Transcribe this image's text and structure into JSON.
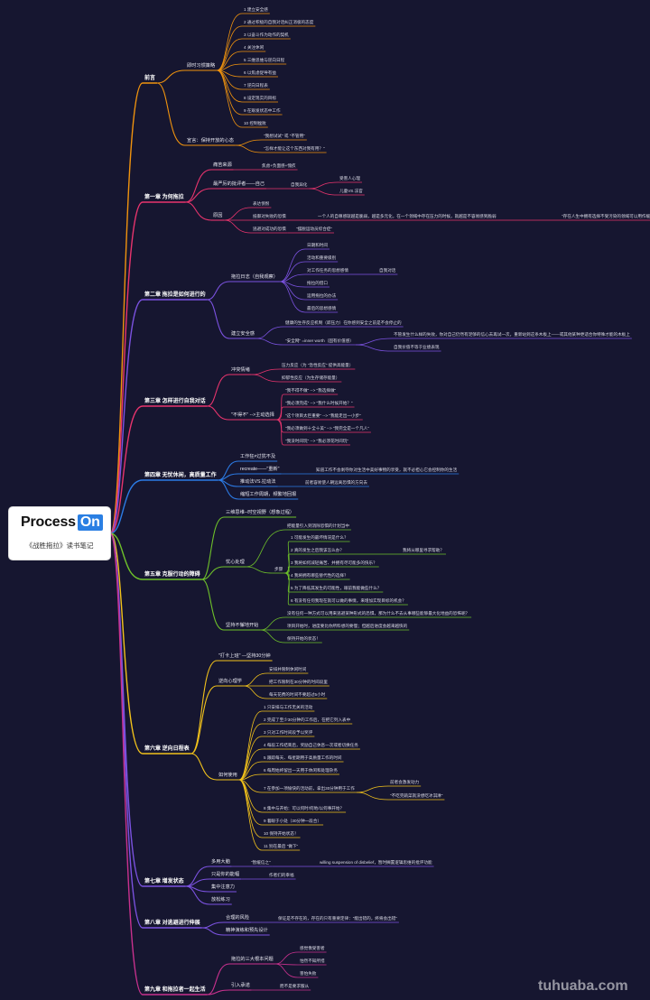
{
  "root": {
    "logo_word": "Process",
    "logo_badge": "On",
    "title": "《战胜拖拉》读书笔记"
  },
  "watermark": "tuhuaba.com",
  "colors": {
    "background": "#161630",
    "branches": [
      "#f0930e",
      "#e8346d",
      "#7b52e0",
      "#e8346d",
      "#2c7be5",
      "#6ec12a",
      "#f2c21b",
      "#7b52e0",
      "#7b52e0",
      "#c9318e"
    ]
  },
  "branches": [
    {
      "label": "前言",
      "color": "#f0930e",
      "children": [
        {
          "label": "即时习惯策略",
          "children": [
            {
              "label": "1 建立安全感"
            },
            {
              "label": "2 通过积极的自我对话纠正消极的态度"
            },
            {
              "label": "3 以奋斗作为动作的契机"
            },
            {
              "label": "4 关注休闲"
            },
            {
              "label": "5 三维思维与逆向日程"
            },
            {
              "label": "6 以焦虑促导有益"
            },
            {
              "label": "7 逆向日程表"
            },
            {
              "label": "8 设定现实的目标"
            },
            {
              "label": "9 在艰发状态中工作"
            },
            {
              "label": "10 控制挫败"
            }
          ]
        },
        {
          "label": "宣言：保持开放的心态",
          "children": [
            {
              "label": "\"我想试试\" 或 \"不管用\""
            },
            {
              "label": "\"怎样才能让这个东西对我有用？\""
            }
          ]
        }
      ]
    },
    {
      "label": "第一章 为何拖拉",
      "color": "#e8346d",
      "children": [
        {
          "label": "痛苦来源",
          "children": [
            {
              "label": "焦虑+负面感+愧疚"
            }
          ]
        },
        {
          "label": "最严厉的批评者——自己",
          "children": [
            {
              "label": "自我异化",
              "children": [
                {
                  "label": "受害人心理"
                },
                {
                  "label": "儿童VS.法官"
                }
              ]
            }
          ]
        },
        {
          "label": "原因",
          "children": [
            {
              "label": "表达愤恨"
            },
            {
              "label": "抵御对失败的恐惧",
              "children": [
                {
                  "label": "一个人的自尊感就越是脆弱，越是多元化，在一个领域中存在压力的时候，就越是不容易感到脆弱",
                  "children": [
                    {
                      "label": "\"存在人生中拥有选择不受污染的领域可以用作缓冲\""
                    }
                  ]
                }
              ]
            },
            {
              "label": "逃避对成功的恐惧",
              "children": [
                {
                  "label": "\"摆脱运动员综合症\""
                }
              ]
            }
          ]
        }
      ]
    },
    {
      "label": "第二章 拖拉是如何进行的",
      "color": "#7b52e0",
      "children": [
        {
          "label": "拖拉日志（自我观察）",
          "children": [
            {
              "label": "日期和时间"
            },
            {
              "label": "活动和重要级别"
            },
            {
              "label": "对工作任务的思想感情",
              "children": [
                {
                  "label": "自我对话"
                }
              ]
            },
            {
              "label": "拖拉的借口"
            },
            {
              "label": "运用拖拉的办法"
            },
            {
              "label": "最后的思想感情"
            }
          ]
        },
        {
          "label": "建立安全感",
          "children": [
            {
              "label": "健康的生存反应机制（即压力）在你感到安全之前是不会停止的"
            },
            {
              "label": "\"安全网\" =inner worth（固有价值感）",
              "children": [
                {
                  "label": "不管发生什么样的失败，你对自己仍然有足够的信心去再试一次，重新站到这条木板上——或其他某种更适合你特殊才能的木板上"
                },
                {
                  "label": "自我价值不等于业绩表现"
                }
              ]
            }
          ]
        }
      ]
    },
    {
      "label": "第三章 怎样进行自我对话",
      "color": "#e8346d",
      "children": [
        {
          "label": "冲突情绪",
          "children": [
            {
              "label": "压力反应（为 \"急性反应\" 提供高能量）"
            },
            {
              "label": "抑郁性反应（为生存储存能量）"
            }
          ]
        },
        {
          "label": "\"不得不\" -->主动选择",
          "children": [
            {
              "label": "\"我不得不做\" --> \"我选择做\""
            },
            {
              "label": "\"我必须完成\" --> \"我什么时候开始？\""
            },
            {
              "label": "\"这个项目太巨重要\" --> \"我能走出一小步\""
            },
            {
              "label": "\"我必须做到十全十美\" --> \"我完全是一个凡人\""
            },
            {
              "label": "\"我没时间玩\" --> \"我必须花时间玩\""
            }
          ]
        }
      ]
    },
    {
      "label": "第四章 无忧休闲，高质量工作",
      "color": "#2c7be5",
      "children": [
        {
          "label": "工作狂≠过犹不及"
        },
        {
          "label": "recreate——\"重新\"",
          "children": [
            {
              "label": "知道工作不会剥夺你对生活中美好事物的享受，就不必担心它会控制你的生活"
            }
          ]
        },
        {
          "label": "推动法VS.拉动法",
          "children": [
            {
              "label": "前者容易使人朝远离恐惧的方向去"
            }
          ]
        },
        {
          "label": "缩短工作周期，频繁地回报"
        }
      ]
    },
    {
      "label": "第五章 克服行动的障碍",
      "color": "#6ec12a",
      "children": [
        {
          "label": "三维思维--时空视野（想象过程）"
        },
        {
          "label": "忧心处理",
          "children": [
            {
              "label": "把能量引入到消除恐惧的计划当中"
            },
            {
              "label": "步骤",
              "children": [
                {
                  "label": "1 可能发生的最坏情况是什么？"
                },
                {
                  "label": "2 真的发生之后我该怎么办？",
                  "children": [
                    {
                      "label": "我将从哪里寻求帮助？"
                    }
                  ]
                },
                {
                  "label": "3 我将如何减轻痛苦、并拥有尽可能多的快乐？"
                },
                {
                  "label": "4 我将拥有哪些替代性的选择？"
                },
                {
                  "label": "5 为了降低其发生的可能性，眼前我能做些什么？"
                },
                {
                  "label": "6 有没有任何我现在就可以做的事情，来增加实现目标的机会？"
                }
              ]
            }
          ]
        },
        {
          "label": "坚持不懈地开始",
          "children": [
            {
              "label": "没有任何一种方式可以用来逃避某种形式的恐惧，那为什么不去从事哪些能够最大化地益的恐怖呢？"
            },
            {
              "label": "项目开始时，进度要比你所料想的要慢；但越后进度会越来越快的"
            },
            {
              "label": "保持开始的状态！"
            }
          ]
        }
      ]
    },
    {
      "label": "第六章 逆向日程表",
      "color": "#f2c21b",
      "children": [
        {
          "label": "\"打卡上班\" —坚持30分钟"
        },
        {
          "label": "逆向心理学",
          "children": [
            {
              "label": "安排并限制休闲时间"
            },
            {
              "label": "把工作限制在30分钟的时间段里"
            },
            {
              "label": "每天花费的时间不要超过5小时"
            }
          ]
        },
        {
          "label": "如何使用",
          "children": [
            {
              "label": "1 只安排与工作无关的活动"
            },
            {
              "label": "2 完成了至少30分钟的工作后，在把它列入表中"
            },
            {
              "label": "3 只对工作时间段予以奖评"
            },
            {
              "label": "4 每段工作结束后，奖励自己休息一次或者切换任务"
            },
            {
              "label": "5 跟踪每天、每星期用于高质量工作的时间"
            },
            {
              "label": "6 每周始终留出一天用于休闲和处理杂务"
            },
            {
              "label": "7 在参加一项愉快的活动前，拿出30分钟用于工作",
              "children": [
                {
                  "label": "前者会激发动力"
                },
                {
                  "label": "\"不吃完蔬菜就没想吃冰淇淋\""
                }
              ]
            },
            {
              "label": "8 集中与开始：可以何时/何地/以何事开始？"
            },
            {
              "label": "9 着眼于小处（30分钟一段合）"
            },
            {
              "label": "10 保持开始状态！"
            },
            {
              "label": "11 别在最后 \"做下\""
            }
          ]
        }
      ]
    },
    {
      "label": "第七章 增发状态",
      "color": "#7b52e0",
      "children": [
        {
          "label": "多用大脑",
          "children": [
            {
              "label": "\"暂缓信之\"",
              "children": [
                {
                  "label": "willing suspension of disbelief，暂时搁置逻辑思维的批评功能"
                }
              ]
            }
          ]
        },
        {
          "label": "只是你的能幅",
          "children": [
            {
              "label": "作者们的幸福"
            }
          ]
        },
        {
          "label": "集中注意力"
        },
        {
          "label": "放松练习"
        }
      ]
    },
    {
      "label": "第八章 对逃避进行伸展",
      "color": "#7b52e0",
      "children": [
        {
          "label": "合理的风险",
          "children": [
            {
              "label": "保证是不存在的，存在的只有重要定律：\"能出错的，终将会出错\""
            }
          ]
        },
        {
          "label": "精神演练和预先设计"
        }
      ]
    },
    {
      "label": "第九章 和拖拉者一起生活",
      "color": "#c9318e",
      "children": [
        {
          "label": "拖拉的三大根本问题",
          "children": [
            {
              "label": "感觉像受害者"
            },
            {
              "label": "怕然不知所措"
            },
            {
              "label": "害怕失败"
            }
          ]
        },
        {
          "label": "引入承诺",
          "children": [
            {
              "label": "而不是要求服从"
            }
          ]
        }
      ]
    }
  ]
}
